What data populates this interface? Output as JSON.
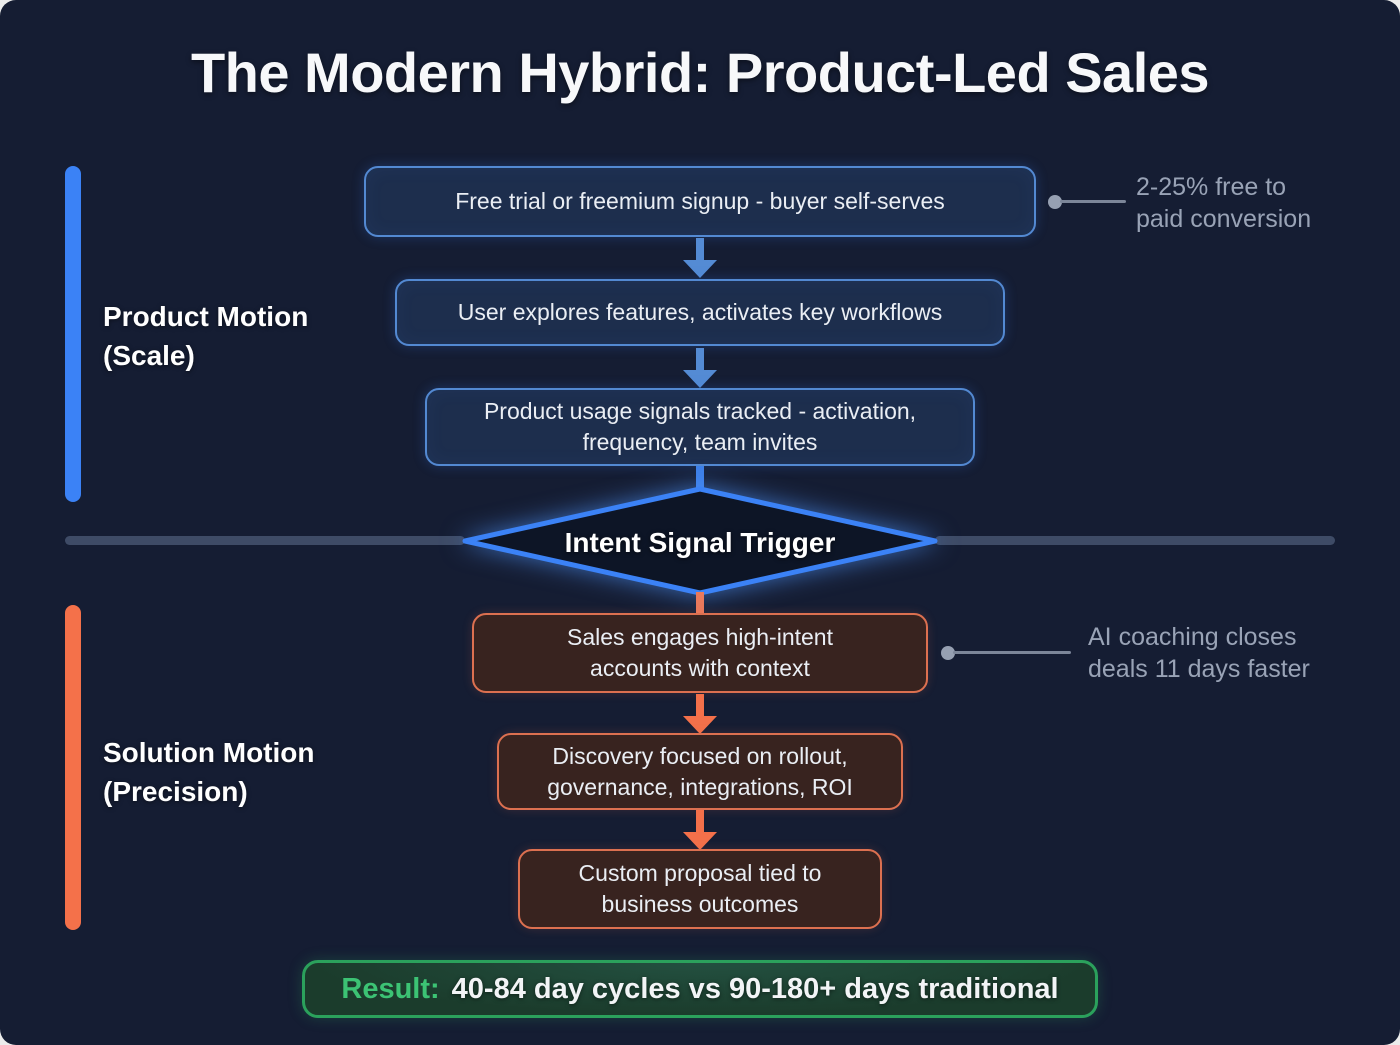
{
  "title": "The Modern Hybrid: Product-Led Sales",
  "product_motion": {
    "label": "Product Motion\n(Scale)",
    "steps": [
      "Free trial or freemium signup - buyer self-serves",
      "User explores features, activates key workflows",
      "Product usage signals tracked - activation,\nfrequency, team invites"
    ],
    "annotation": "2-25% free to\npaid conversion"
  },
  "trigger": {
    "label": "Intent Signal Trigger"
  },
  "solution_motion": {
    "label": "Solution Motion\n(Precision)",
    "steps": [
      "Sales engages high-intent\naccounts with context",
      "Discovery focused on rollout,\ngovernance, integrations, ROI",
      "Custom proposal tied to\nbusiness outcomes"
    ],
    "annotation": "AI coaching closes\ndeals 11 days faster"
  },
  "result": {
    "prefix": "Result:",
    "text": "40-84 day cycles vs 90-180+ days traditional"
  },
  "colors": {
    "background": "#151d33",
    "product_accent": "#3b82f6",
    "solution_accent": "#f4714a",
    "result_green": "#2ba15c",
    "annotation_grey": "#99a3b6"
  }
}
